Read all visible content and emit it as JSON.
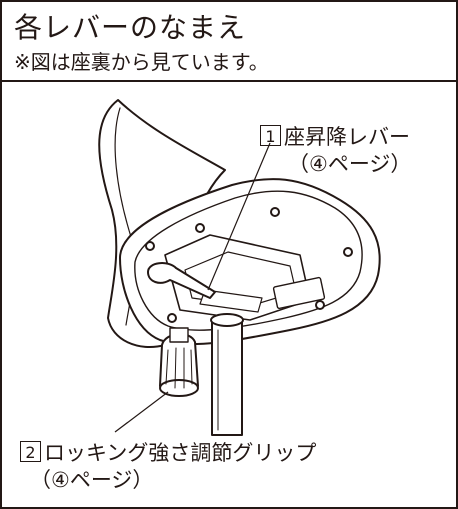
{
  "title": "各レバーのなまえ",
  "note": "※図は座裏から見ています。",
  "callouts": [
    {
      "number": "1",
      "label": "座昇降レバー",
      "page": "（④ページ）"
    },
    {
      "number": "2",
      "label": "ロッキング強さ調節グリップ",
      "page": "（④ページ）"
    }
  ]
}
